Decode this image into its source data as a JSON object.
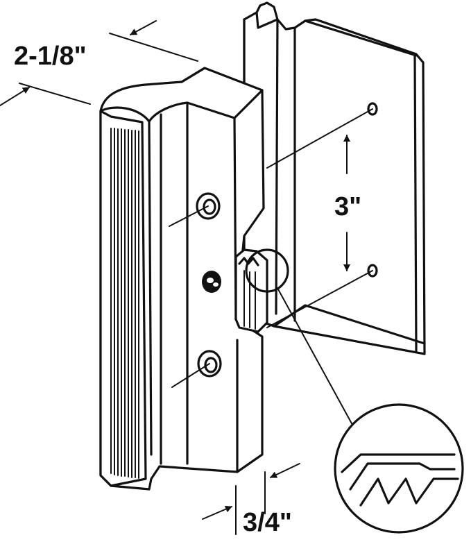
{
  "dimensions": {
    "width_label": "2-1/8\"",
    "hole_spacing_label": "3\"",
    "depth_label": "3/4\""
  }
}
